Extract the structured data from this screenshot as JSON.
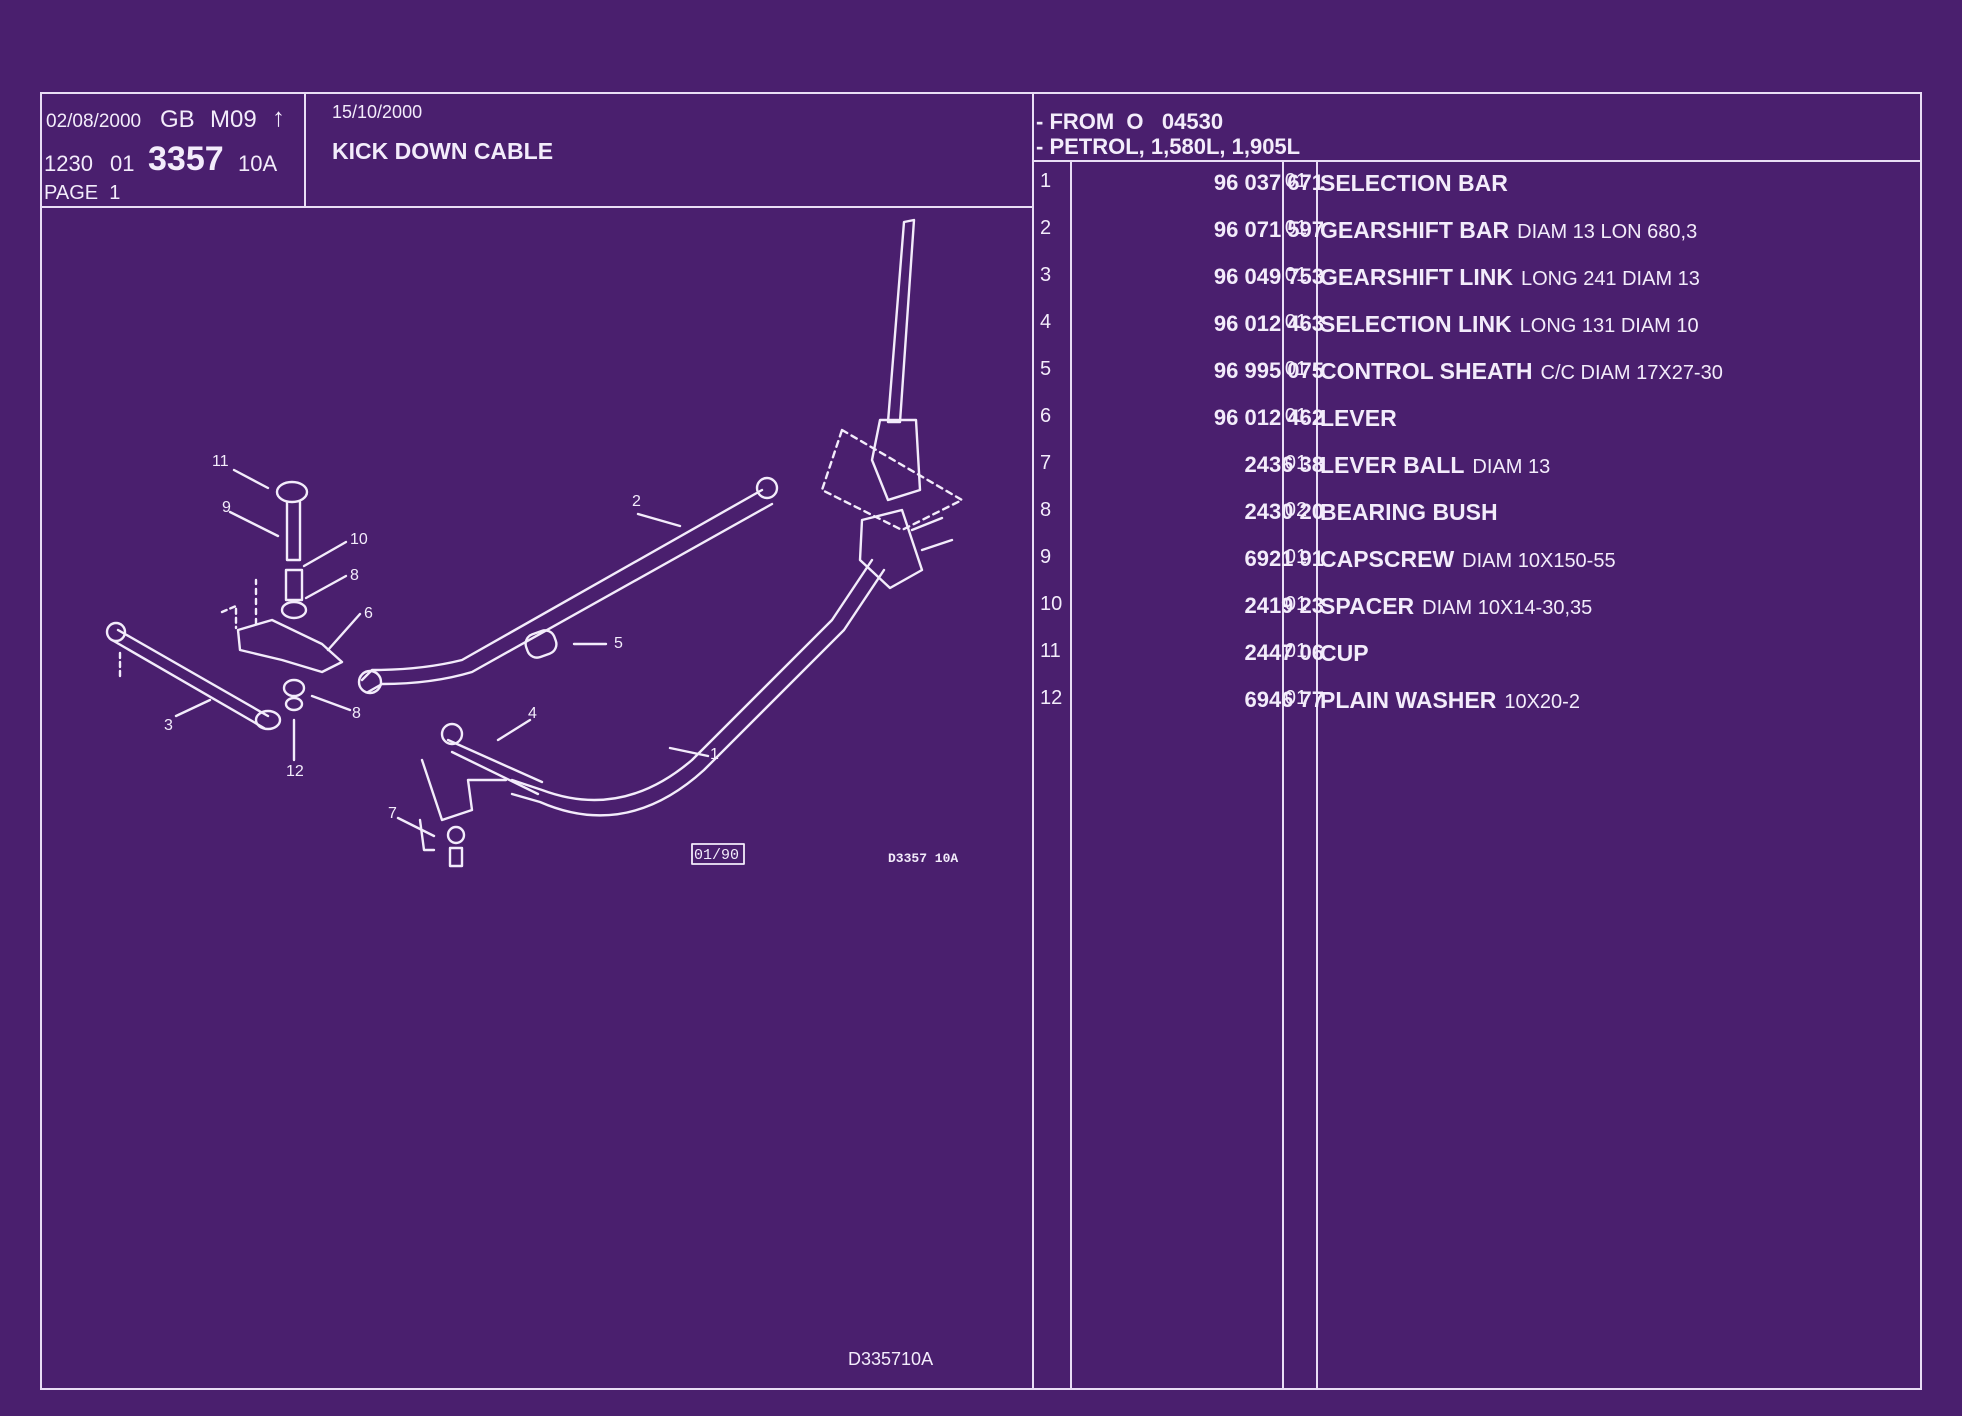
{
  "header": {
    "date": "02/08/2000",
    "country": "GB",
    "model": "M09",
    "group": "1230",
    "subgroup": "01",
    "plate": "3357",
    "variant": "10A",
    "page": "PAGE  1",
    "revision_date": "15/10/2000",
    "title": "KICK DOWN CABLE",
    "applicability_1": "- FROM  O   04530",
    "applicability_2": "- PETROL, 1,580L, 1,905L"
  },
  "drawing": {
    "callouts": [
      "1",
      "2",
      "3",
      "4",
      "5",
      "6",
      "7",
      "8",
      "8",
      "9",
      "10",
      "11",
      "12"
    ],
    "stamp": "01/90",
    "ref_code": "D3357 10A",
    "footer_code": "D335710A"
  },
  "parts": [
    {
      "num": "1",
      "ref": "96 037 671",
      "qty": "01",
      "name": "SELECTION BAR",
      "spec": ""
    },
    {
      "num": "2",
      "ref": "96 071 597",
      "qty": "01",
      "name": "GEARSHIFT BAR",
      "spec": "DIAM 13 LON 680,3"
    },
    {
      "num": "3",
      "ref": "96 049 753",
      "qty": "01",
      "name": "GEARSHIFT LINK",
      "spec": "LONG 241 DIAM 13"
    },
    {
      "num": "4",
      "ref": "96 012 463",
      "qty": "01",
      "name": "SELECTION LINK",
      "spec": "LONG 131 DIAM 10"
    },
    {
      "num": "5",
      "ref": "96 995 075",
      "qty": "01",
      "name": "CONTROL SHEATH",
      "spec": "C/C DIAM 17X27-30"
    },
    {
      "num": "6",
      "ref": "96 012 462",
      "qty": "01",
      "name": "LEVER",
      "spec": ""
    },
    {
      "num": "7",
      "ref": "2436 38",
      "qty": "01",
      "name": "LEVER BALL",
      "spec": "DIAM 13"
    },
    {
      "num": "8",
      "ref": "2430 20",
      "qty": "02",
      "name": "BEARING BUSH",
      "spec": ""
    },
    {
      "num": "9",
      "ref": "6921 91",
      "qty": "01",
      "name": "CAPSCREW",
      "spec": "DIAM 10X150-55"
    },
    {
      "num": "10",
      "ref": "2419 23",
      "qty": "01",
      "name": "SPACER",
      "spec": "DIAM 10X14-30,35"
    },
    {
      "num": "11",
      "ref": "2447 06",
      "qty": "01",
      "name": "CUP",
      "spec": ""
    },
    {
      "num": "12",
      "ref": "6946 77",
      "qty": "01",
      "name": "PLAIN WASHER",
      "spec": "10X20-2"
    }
  ],
  "colors": {
    "background": "#4a1f6e",
    "ink": "#f3ecfb"
  }
}
